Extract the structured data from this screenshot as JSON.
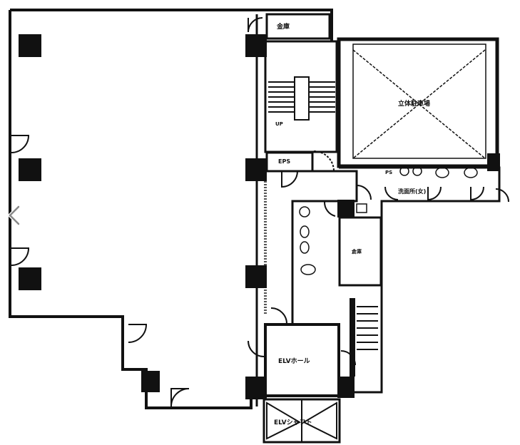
{
  "floorplan": {
    "labels": {
      "safe": "金庫",
      "parking": "立体駐車場",
      "eps": "EPS",
      "ps": "PS",
      "restroom_women": "洗面所(女)",
      "storage": "倉庫",
      "up": "UP",
      "elv_hall": "ELVホール",
      "elv_shaft": "ELVシャフト"
    },
    "colors": {
      "wall": "#111111",
      "background": "#ffffff"
    }
  },
  "nav": {
    "prev_icon": "chevron-left-icon"
  }
}
